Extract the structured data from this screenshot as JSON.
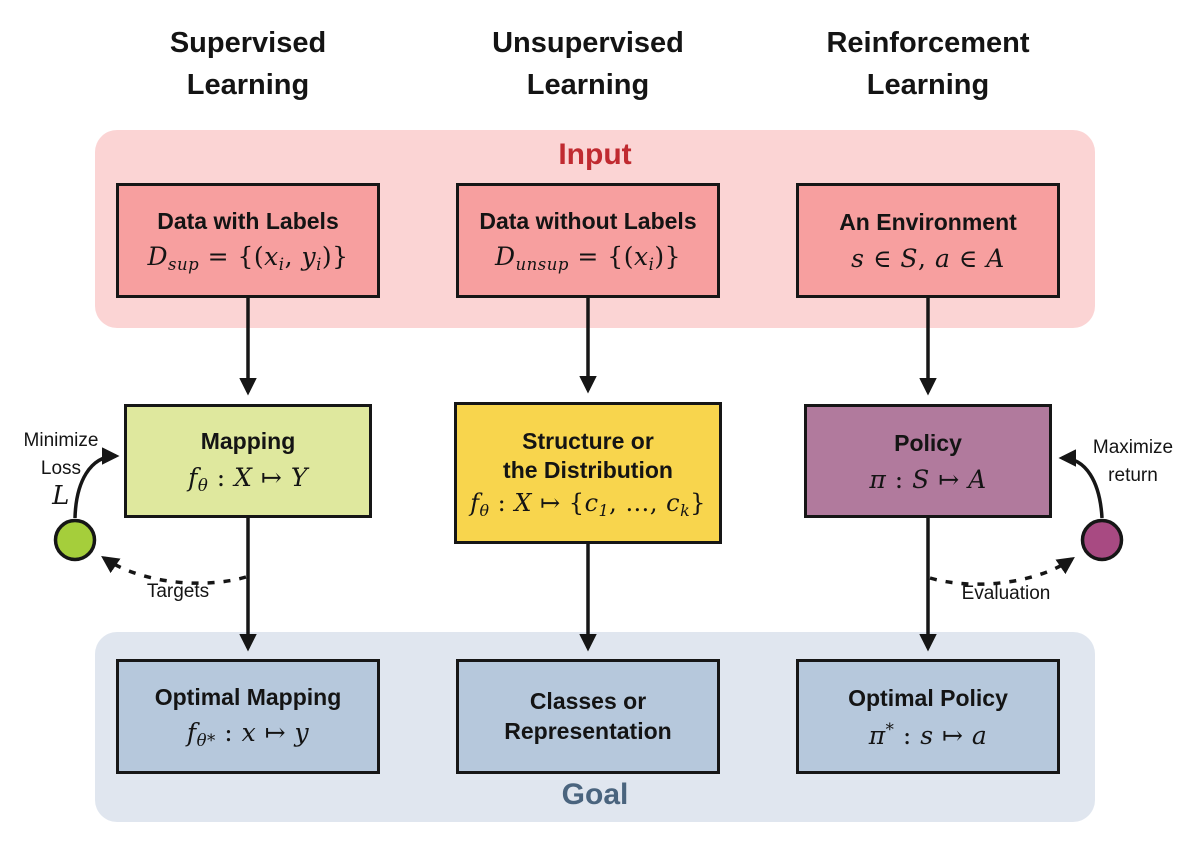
{
  "columns": [
    {
      "header": "Supervised\nLearning",
      "input_box": {
        "title": "Data with Labels",
        "formula": [
          {
            "t": "D"
          },
          {
            "t": "sup",
            "sub": true
          },
          {
            "t": " = {(",
            "rm": true
          },
          {
            "t": "x"
          },
          {
            "t": "i",
            "sub": true
          },
          {
            "t": ", ",
            "rm": true
          },
          {
            "t": "y"
          },
          {
            "t": "i",
            "sub": true
          },
          {
            "t": ")}",
            "rm": true
          }
        ]
      },
      "middle_box": {
        "title": "Mapping",
        "formula": [
          {
            "t": "f"
          },
          {
            "t": "θ",
            "sub": true
          },
          {
            "t": " : ",
            "rm": true
          },
          {
            "t": "X",
            "cal": true
          },
          {
            "t": " ↦ ",
            "rm": true
          },
          {
            "t": "Y",
            "cal": true
          }
        ]
      },
      "goal_box": {
        "title": "Optimal Mapping",
        "formula": [
          {
            "t": "f"
          },
          {
            "t": "θ*",
            "sub": true
          },
          {
            "t": " : ",
            "rm": true
          },
          {
            "t": "x"
          },
          {
            "t": " ↦ ",
            "rm": true
          },
          {
            "t": "y"
          }
        ]
      }
    },
    {
      "header": "Unsupervised\nLearning",
      "input_box": {
        "title": "Data without Labels",
        "formula": [
          {
            "t": "D"
          },
          {
            "t": "unsup",
            "sub": true
          },
          {
            "t": " = {(",
            "rm": true
          },
          {
            "t": "x"
          },
          {
            "t": "i",
            "sub": true
          },
          {
            "t": ")}",
            "rm": true
          }
        ]
      },
      "middle_box": {
        "title": "Structure or\nthe Distribution",
        "formula": [
          {
            "t": "f"
          },
          {
            "t": "θ",
            "sub": true
          },
          {
            "t": " : ",
            "rm": true
          },
          {
            "t": "X",
            "cal": true
          },
          {
            "t": " ↦ {",
            "rm": true
          },
          {
            "t": "c"
          },
          {
            "t": "1",
            "sub": true
          },
          {
            "t": ", …, ",
            "rm": true
          },
          {
            "t": "c"
          },
          {
            "t": "k",
            "sub": true
          },
          {
            "t": "}",
            "rm": true
          }
        ]
      },
      "goal_box": {
        "title": "Classes or\nRepresentation",
        "formula": []
      }
    },
    {
      "header": "Reinforcement\nLearning",
      "input_box": {
        "title": "An Environment",
        "formula": [
          {
            "t": "s"
          },
          {
            "t": " ∈ ",
            "rm": true
          },
          {
            "t": "S",
            "cal": true
          },
          {
            "t": ", ",
            "rm": true
          },
          {
            "t": "a"
          },
          {
            "t": " ∈ ",
            "rm": true
          },
          {
            "t": "A",
            "cal": true
          }
        ]
      },
      "middle_box": {
        "title": "Policy",
        "formula": [
          {
            "t": "π"
          },
          {
            "t": " : ",
            "rm": true
          },
          {
            "t": "S",
            "cal": true
          },
          {
            "t": " ↦ ",
            "rm": true
          },
          {
            "t": "A",
            "cal": true
          }
        ]
      },
      "goal_box": {
        "title": "Optimal Policy",
        "formula": [
          {
            "t": "π"
          },
          {
            "t": "*",
            "sup": true
          },
          {
            "t": " : ",
            "rm": true
          },
          {
            "t": "s"
          },
          {
            "t": " ↦ ",
            "rm": true
          },
          {
            "t": "a"
          }
        ]
      }
    }
  ],
  "bands": {
    "input_label": "Input",
    "goal_label": "Goal"
  },
  "annotations": {
    "minimize": {
      "text": "Minimize\nLoss",
      "symbol": [
        {
          "t": "L",
          "cal": true
        }
      ],
      "arrow_label": "Targets"
    },
    "maximize": {
      "text": "Maximize\nreturn",
      "arrow_label": "Evaluation"
    }
  },
  "colors": {
    "input_band": "#fbd4d4",
    "input_box": "#f79f9f",
    "input_title": "#c02a30",
    "mapping_box": "#dfe89e",
    "structure_box": "#f8d54d",
    "policy_box": "#b17a9d",
    "goal_band": "#e0e6ef",
    "goal_box": "#b6c8dc",
    "goal_title": "#4a647e",
    "loss_node": "#a5ce3b",
    "return_node": "#a84a82",
    "line": "#161616"
  }
}
